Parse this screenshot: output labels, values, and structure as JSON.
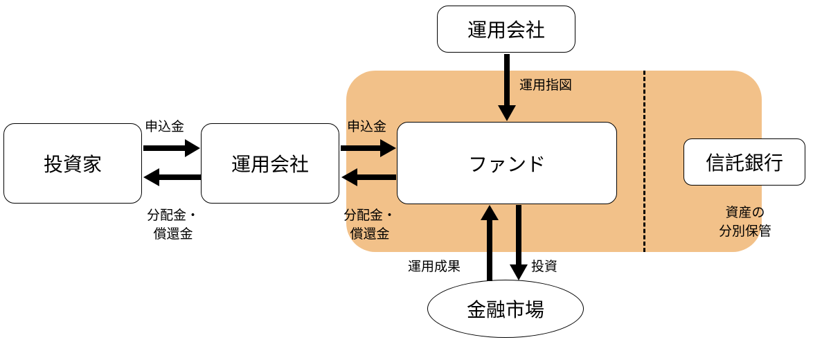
{
  "nodes": {
    "investor": "投資家",
    "management_company_left": "運用会社",
    "management_company_top": "運用会社",
    "fund": "ファンド",
    "trust_bank": "信託銀行",
    "financial_market": "金融市場"
  },
  "labels": {
    "subscription_left": "申込金",
    "distribution_left_1": "分配金・",
    "distribution_left_2": "償還金",
    "subscription_right": "申込金",
    "distribution_right_1": "分配金・",
    "distribution_right_2": "償還金",
    "instruction": "運用指図",
    "result": "運用成果",
    "investment": "投資",
    "segregation_1": "資産の",
    "segregation_2": "分別保管"
  },
  "colors": {
    "fund_area": "#f2c189",
    "arrow": "#000000"
  }
}
